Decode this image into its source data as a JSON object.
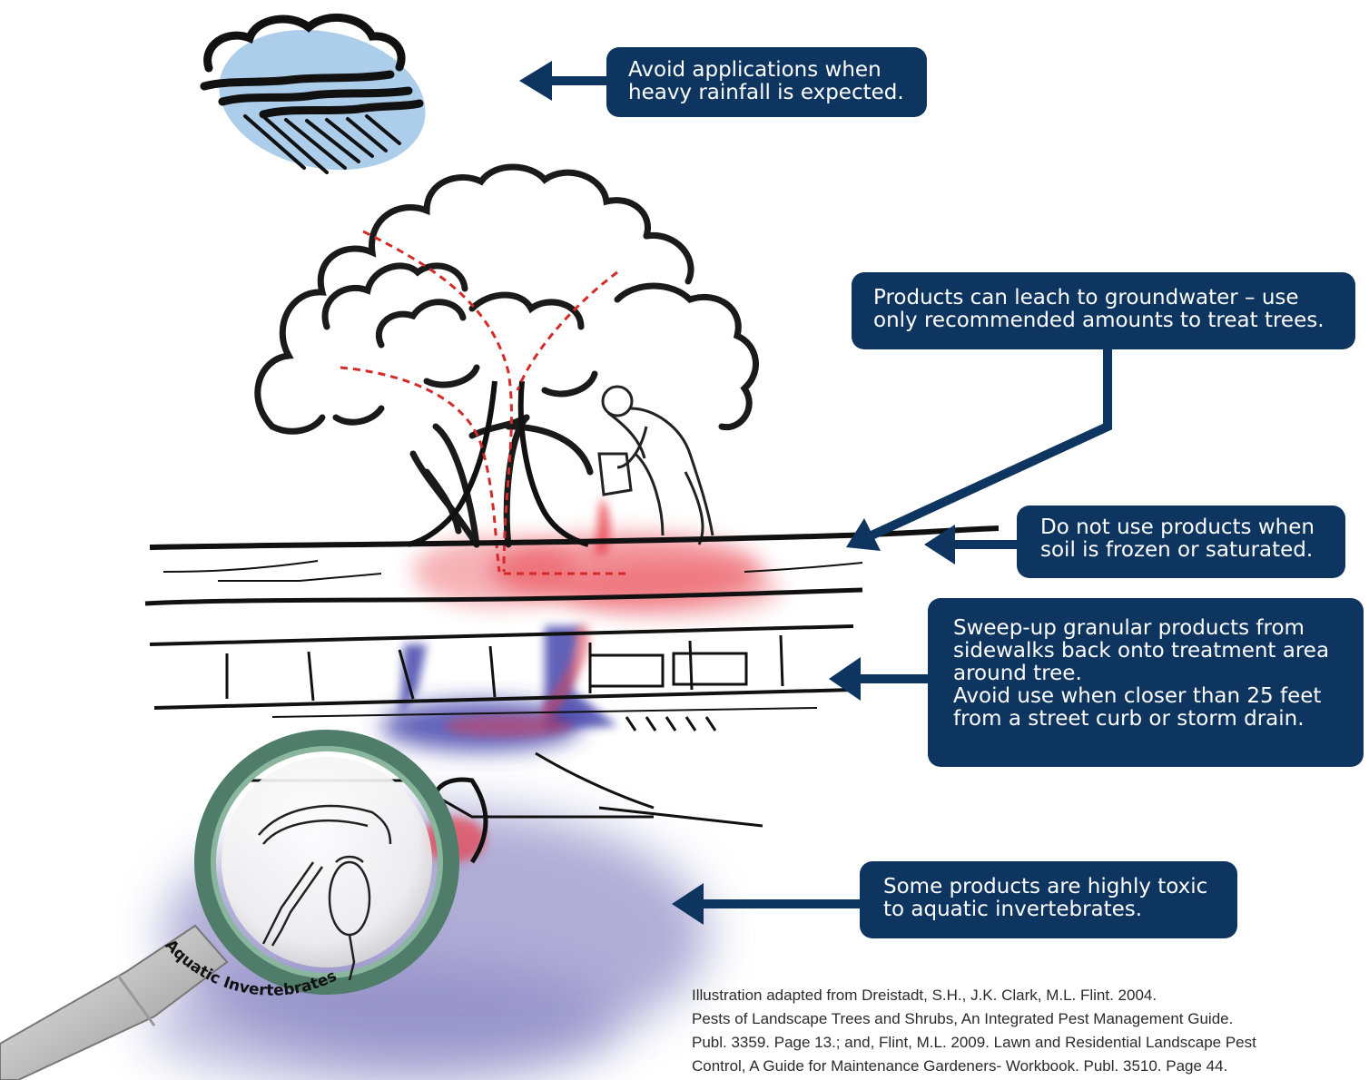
{
  "callouts": {
    "rain": [
      "Avoid applications when",
      "heavy rainfall is expected."
    ],
    "leach": [
      "Products can leach to groundwater – use",
      "only recommended amounts to treat trees."
    ],
    "frozen": [
      "Do not use products when",
      "soil is frozen or saturated."
    ],
    "sweep": [
      "Sweep-up granular products from",
      "sidewalks back onto treatment area",
      "around tree.",
      "Avoid use when closer than 25 feet",
      "from a street curb or storm drain."
    ],
    "toxic": [
      "Some products are highly toxic",
      "to aquatic invertebrates."
    ]
  },
  "magnifier_label": "Aquatic Invertebrates",
  "credit": [
    "Illustration adapted from Dreistadt, S.H., J.K. Clark, M.L. Flint. 2004.",
    "Pests of Landscape Trees and Shrubs, An Integrated Pest Management Guide.",
    "Publ. 3359. Page 13.; and, Flint, M.L. 2009. Lawn and Residential Landscape Pest",
    "Control, A Guide for Maintenance Gardeners- Workbook. Publ. 3510. Page 44."
  ],
  "colors": {
    "callout_bg": "#0d3560",
    "pesticide": "#e8404c",
    "water": "#3a3aa8",
    "cloud": "#9fc6e8",
    "sketch": "#1a1a1a"
  }
}
